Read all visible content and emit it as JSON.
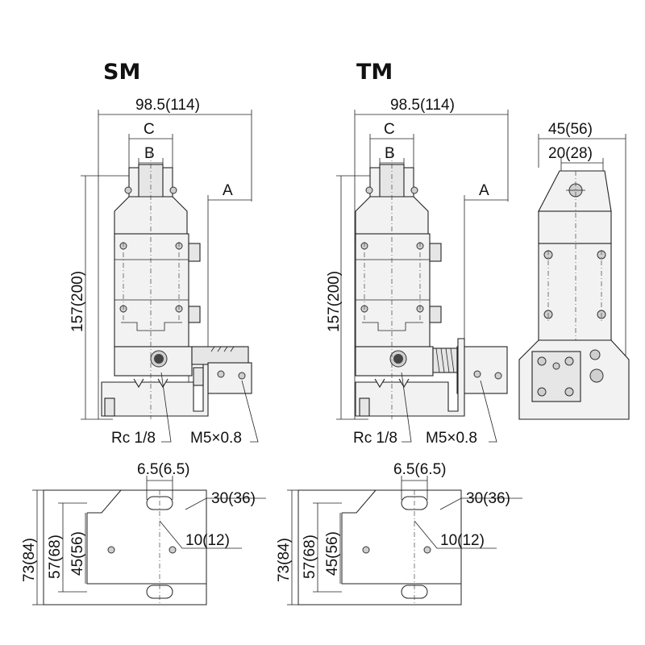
{
  "diagrams": {
    "sm": {
      "title": "SM",
      "width_dim": "98.5(114)",
      "c_label": "C",
      "b_label": "B",
      "a_label": "A",
      "height_dim": "157(200)",
      "port_label": "Rc 1/8",
      "screw_label": "M5×0.8"
    },
    "tm": {
      "title": "TM",
      "width_dim": "98.5(114)",
      "c_label": "C",
      "b_label": "B",
      "a_label": "A",
      "height_dim": "157(200)",
      "port_label": "Rc 1/8",
      "screw_label": "M5×0.8"
    },
    "side": {
      "width_outer": "45(56)",
      "width_inner": "20(28)"
    },
    "base_left": {
      "slot_dim": "6.5(6.5)",
      "dim_30": "30(36)",
      "dim_10": "10(12)",
      "h1": "73(84)",
      "h2": "57(68)",
      "h3": "45(56)"
    },
    "base_right": {
      "slot_dim": "6.5(6.5)",
      "dim_30": "30(36)",
      "dim_10": "10(12)",
      "h1": "73(84)",
      "h2": "57(68)",
      "h3": "45(56)"
    }
  }
}
